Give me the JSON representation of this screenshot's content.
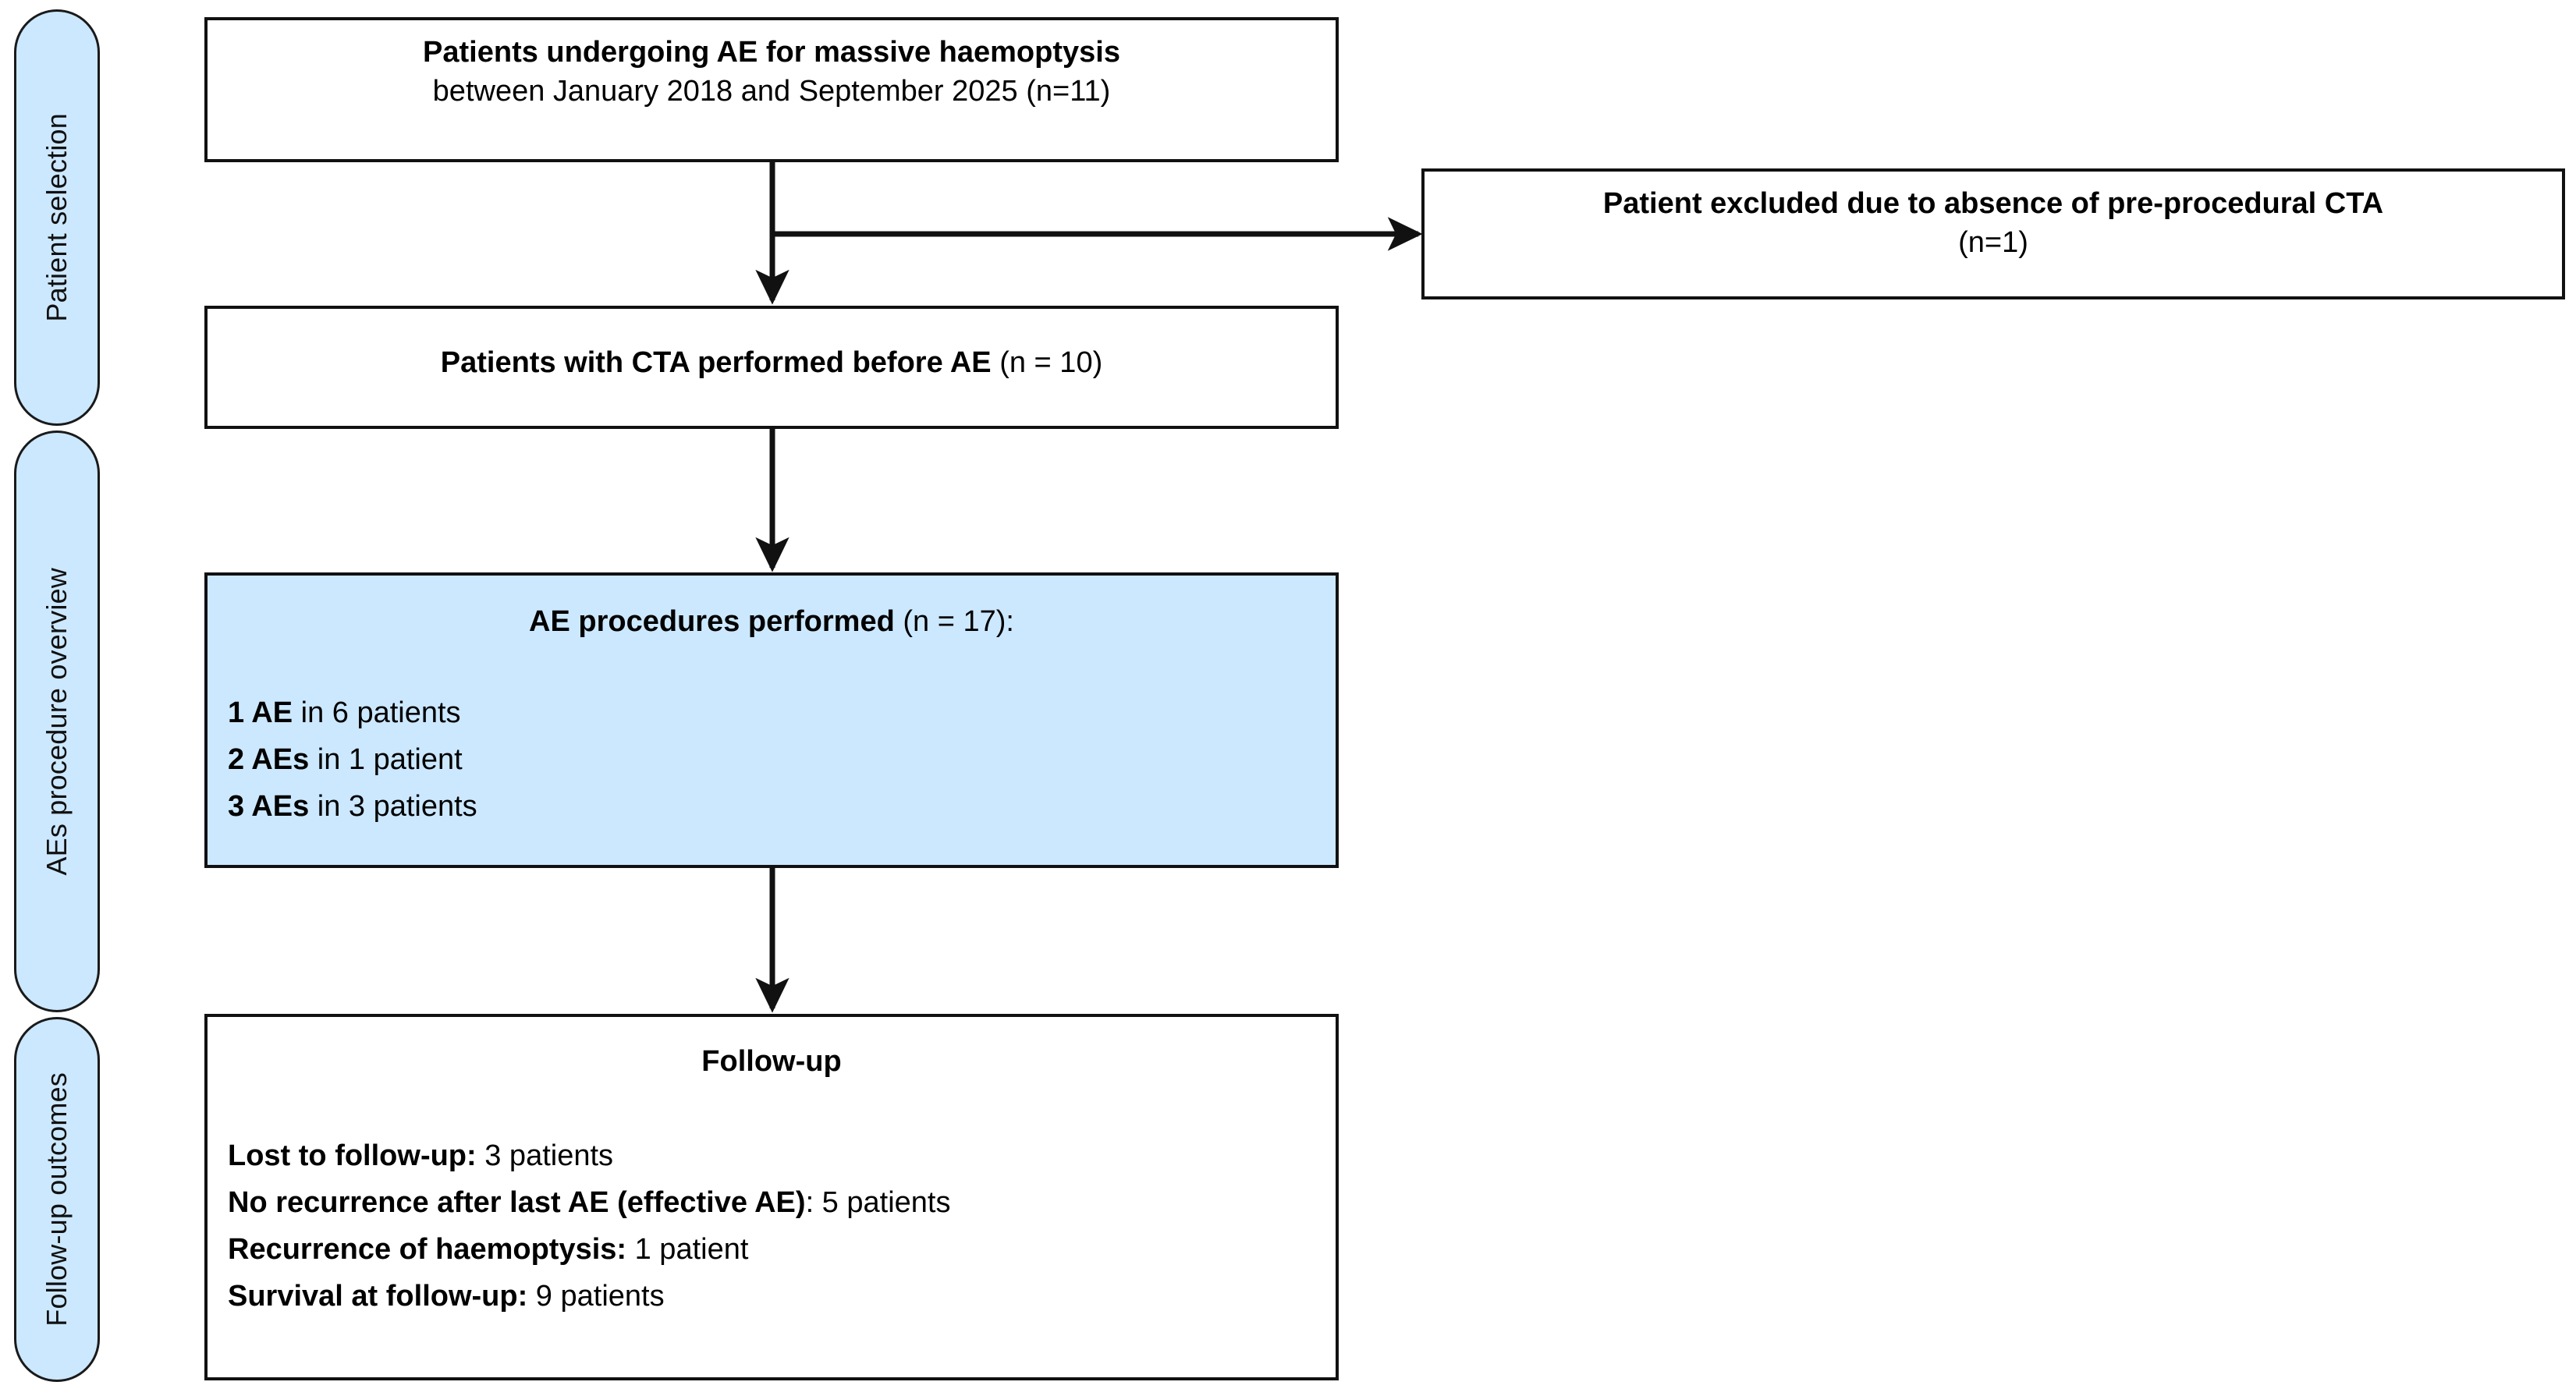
{
  "colors": {
    "highlight_fill": "#CCE8FF",
    "stroke": "#111111",
    "background": "#FFFFFF",
    "text": "#000000"
  },
  "phases": [
    {
      "label": "Patient selection"
    },
    {
      "label": "AEs procedure overview"
    },
    {
      "label": "Follow-up outcomes"
    }
  ],
  "boxes": {
    "enrollment": {
      "title": "Patients undergoing AE for massive haemoptysis",
      "subtitle": "between January 2018 and September 2025 (n=11)"
    },
    "excluded": {
      "title": "Patient excluded due to absence of pre-procedural CTA",
      "subtitle": "(n=1)"
    },
    "cta_performed": {
      "title_bold": "Patients with CTA performed before AE",
      "title_regular": " (n = 10)"
    },
    "ae_procedures": {
      "title_bold": "AE procedures performed",
      "title_regular": " (n = 17):",
      "lines": [
        {
          "lead": "1 AE",
          "rest": " in 6 patients"
        },
        {
          "lead": "2 AEs",
          "rest": " in 1 patient"
        },
        {
          "lead": "3 AEs",
          "rest": " in 3 patients"
        }
      ]
    },
    "follow_up": {
      "title": "Follow-up",
      "lines": [
        {
          "lead": "Lost to follow-up:",
          "rest": " 3 patients"
        },
        {
          "lead": "No recurrence after last AE (effective AE)",
          "rest": ": 5 patients"
        },
        {
          "lead": "Recurrence of haemoptysis:",
          "rest": " 1 patient"
        },
        {
          "lead": "Survival at follow-up:",
          "rest": " 9 patients"
        }
      ]
    }
  },
  "connectors": {
    "enrollment_to_cta": "arrow-down",
    "enrollment_to_excluded": "arrow-right",
    "cta_to_ae": "arrow-down",
    "ae_to_followup": "arrow-down"
  }
}
